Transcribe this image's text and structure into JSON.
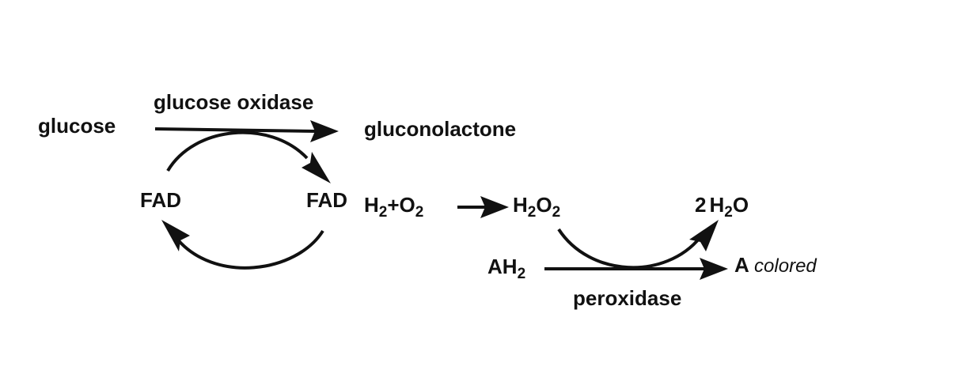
{
  "labels": {
    "glucose": "glucose",
    "glucose_oxidase": "glucose oxidase",
    "gluconolactone": "gluconolactone",
    "fad_left": "FAD",
    "fad_right": "FAD",
    "h2_prefix": "H",
    "h2_sub": "2",
    "plus": "+",
    "o2_prefix": "O",
    "o2_sub": "2",
    "h2o2_h": "H",
    "h2o2_sub1": "2",
    "h2o2_o": "O",
    "h2o2_sub2": "2",
    "water_coef": "2",
    "water_h": "H",
    "water_sub": "2",
    "water_o": "O",
    "ah2_prefix": "AH",
    "ah2_sub": "2",
    "a_product": "A",
    "a_colored": "colored",
    "peroxidase": "peroxidase"
  }
}
